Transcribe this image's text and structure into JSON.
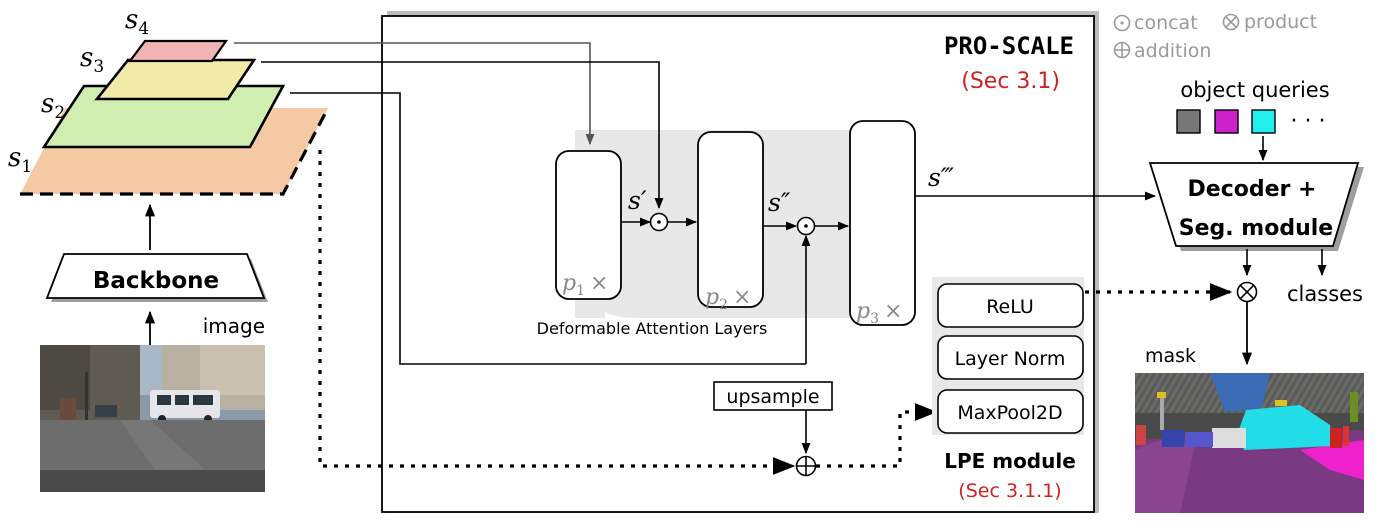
{
  "legend": {
    "concat": "concat",
    "product": "product",
    "addition": "addition"
  },
  "scales": {
    "s1": "s",
    "s1_sub": "1",
    "s2": "s",
    "s2_sub": "2",
    "s3": "s",
    "s3_sub": "3",
    "s4": "s",
    "s4_sub": "4"
  },
  "backbone": {
    "label": "Backbone"
  },
  "image_label": "image",
  "pro_scale": {
    "title": "PRO-SCALE",
    "ref": "(Sec 3.1)",
    "s_prime": "s′",
    "s_double_prime": "s″",
    "s_triple_prime": "s‴",
    "p1": "p",
    "p1_sub": "1",
    "p1_times": "×",
    "p2": "p",
    "p2_sub": "2",
    "p2_times": "×",
    "p3": "p",
    "p3_sub": "3",
    "p3_times": "×",
    "deformable_label": "Deformable Attention Layers",
    "upsample": "upsample"
  },
  "lpe": {
    "relu": "ReLU",
    "layer_norm": "Layer Norm",
    "maxpool": "MaxPool2D",
    "title": "LPE module",
    "ref": "(Sec 3.1.1)"
  },
  "object_queries": {
    "label": "object queries",
    "ellipsis": "· · ·",
    "colors": [
      "#777777",
      "#cc22cc",
      "#22eeee"
    ]
  },
  "decoder": {
    "line1": "Decoder +",
    "line2": "Seg. module"
  },
  "outputs": {
    "classes": "classes",
    "mask": "mask"
  },
  "colors": {
    "accent_red": "#cc2222",
    "legend_gray": "#9a9a9a",
    "s1_fill": "#f5c9a4",
    "s2_fill": "#cfeeb0",
    "s3_fill": "#f3eba8",
    "s4_fill": "#f0b4b4",
    "deformable_bg": "#e8e8e8"
  }
}
